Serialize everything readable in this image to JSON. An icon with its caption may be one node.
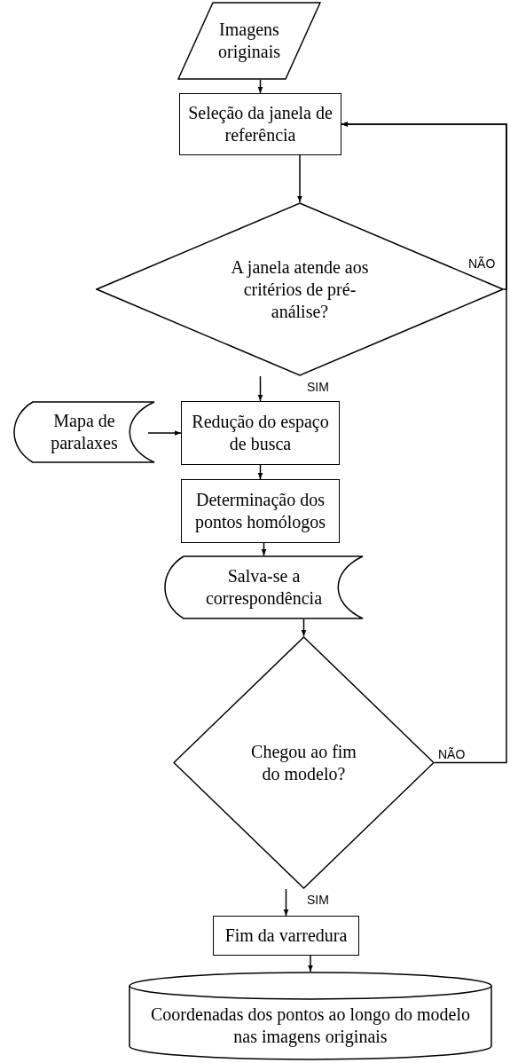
{
  "diagram": {
    "nodes": [
      {
        "text": [
          "Imagens originais"
        ]
      },
      {
        "text": [
          "Seleção da janela de referência"
        ]
      },
      {
        "text": [
          "A janela atende aos critérios de pré-análise?"
        ]
      },
      {
        "text": [
          "Redução do espaço de busca"
        ]
      },
      {
        "text": [
          "Mapa de paralaxes"
        ]
      },
      {
        "text": [
          "Determinação dos pontos homólogos"
        ]
      },
      {
        "text": [
          "Salva-se a correspondência"
        ]
      },
      {
        "text": [
          "Chegou ao fim do modelo?"
        ]
      },
      {
        "text": [
          "Fim da varredura"
        ]
      },
      {
        "text": [
          "Coordenadas dos pontos ao longo do modelo nas imagens originais"
        ]
      }
    ],
    "edges": [
      {
        "from": 0,
        "to": 1,
        "arrow": "to"
      },
      {
        "from": 1,
        "to": 2,
        "arrow": "to"
      },
      {
        "from": 2,
        "to": 3,
        "arrow": "to",
        "label": "SIM"
      },
      {
        "from": 2,
        "to": 1,
        "arrow": "to",
        "label": "NÃO"
      },
      {
        "from": 4,
        "to": 3,
        "arrow": "to"
      },
      {
        "from": 3,
        "to": 5,
        "arrow": "to"
      },
      {
        "from": 5,
        "to": 6,
        "arrow": "to"
      },
      {
        "from": 6,
        "to": 7,
        "arrow": "to"
      },
      {
        "from": 7,
        "to": 8,
        "arrow": "to",
        "label": "SIM"
      },
      {
        "from": 7,
        "to": 1,
        "arrow": "to",
        "label": "NÃO"
      },
      {
        "from": 8,
        "to": 9,
        "arrow": "to"
      }
    ]
  }
}
